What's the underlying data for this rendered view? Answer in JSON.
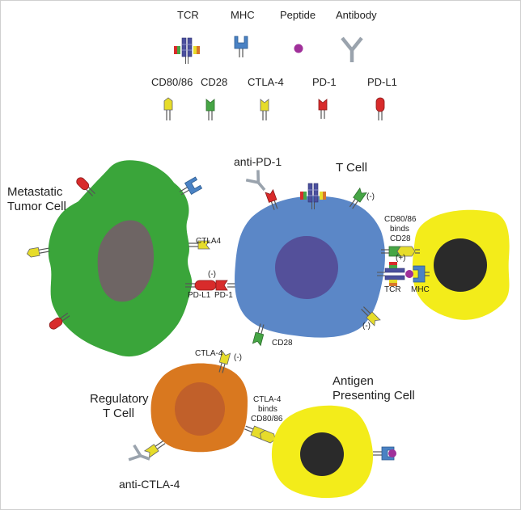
{
  "legend": {
    "tcr": "TCR",
    "mhc": "MHC",
    "peptide": "Peptide",
    "antibody": "Antibody",
    "cd80_86": "CD80/86",
    "cd28": "CD28",
    "ctla4": "CTLA-4",
    "pd1": "PD-1",
    "pdl1": "PD-L1"
  },
  "cells": {
    "tumor_line1": "Metastatic",
    "tumor_line2": "Tumor Cell",
    "tcell": "T Cell",
    "treg_line1": "Regulatory",
    "treg_line2": "T Cell",
    "apc_line1": "Antigen",
    "apc_line2": "Presenting Cell"
  },
  "annotations": {
    "anti_pd1": "anti-PD-1",
    "anti_ctla4": "anti-CTLA-4",
    "ctla4_tumor": "CTLA4",
    "pdl1_tumor": "PD-L1",
    "pd1_tcell": "PD-1",
    "neg_pd": "(-)",
    "neg_top": "(-)",
    "neg_bottom": "(-)",
    "cd28_bottom": "CD28",
    "binds_line1": "CD80/86",
    "binds_line2": "binds",
    "binds_line3": "CD28",
    "pos": "(+)",
    "tcr_label": "TCR",
    "mhc_label": "MHC",
    "treg_ctla4": "CTLA-4",
    "treg_neg": "(-)",
    "ctla4_binds_line1": "CTLA-4",
    "ctla4_binds_line2": "binds",
    "ctla4_binds_line3": "CD80/86"
  },
  "colors": {
    "tumor": "#3aa53a",
    "tumor_nucleus": "#6e6564",
    "tcell": "#5b87c7",
    "tcell_nucleus": "#54509a",
    "apc": "#f3ec1a",
    "apc_nucleus": "#2a2a2a",
    "treg": "#d9781f",
    "treg_nucleus": "#c1602a",
    "cd80": "#e6dc2a",
    "cd28": "#46a545",
    "ctla4": "#e6dc2a",
    "pd1": "#d82b2b",
    "pdl1": "#d82b2b",
    "mhc": "#4a82c4",
    "peptide": "#a0309a",
    "tcr": "#4a4f9e",
    "antibody": "#9aa3ad"
  }
}
